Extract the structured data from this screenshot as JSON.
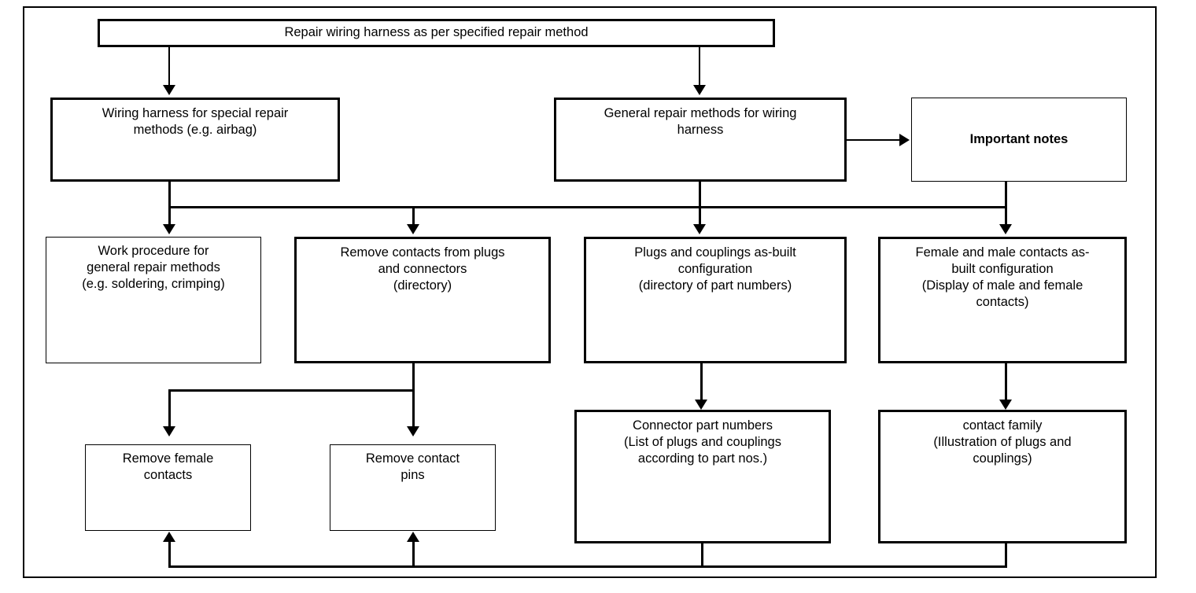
{
  "diagram": {
    "title": "Repair wiring harness as per specified repair method",
    "frame": {
      "visible": true
    },
    "nodes": {
      "root": "Repair wiring harness as per specified repair method",
      "special_methods": "Wiring harness for special repair\nmethods (e.g. airbag)",
      "general_methods": "General repair methods for wiring\nharness",
      "important_notes": "Important notes",
      "work_procedure": "Work procedure for\ngeneral repair methods\n(e.g. soldering, crimping)",
      "remove_contacts": "Remove contacts from plugs\nand connectors\n(directory)",
      "plugs_couplings": "Plugs and couplings as-built\nconfiguration\n(directory of part numbers)",
      "female_male_contacts": "Female and male contacts as-\nbuilt configuration\n(Display of male and female\ncontacts)",
      "remove_female_contacts": "Remove female\ncontacts",
      "remove_contact_pins": "Remove contact\npins",
      "connector_part_numbers": "Connector part numbers\n(List of plugs and couplings\naccording to part nos.)",
      "contact_family": "contact family\n(Illustration of plugs and\ncouplings)"
    },
    "colors": {
      "line": "#000000",
      "background": "#ffffff",
      "text": "#000000"
    },
    "edges": [
      {
        "from": "root",
        "to": "special_methods",
        "style": "solid-arrow"
      },
      {
        "from": "root",
        "to": "general_methods",
        "style": "solid-arrow"
      },
      {
        "from": "general_methods",
        "to": "important_notes",
        "style": "solid-arrow-right"
      },
      {
        "from": "special_methods",
        "to": "work_procedure",
        "style": "solid-arrow"
      },
      {
        "from": "general_methods",
        "to": "remove_contacts",
        "style": "solid-arrow"
      },
      {
        "from": "general_methods",
        "to": "plugs_couplings",
        "style": "solid-arrow"
      },
      {
        "from": "important_notes",
        "to": "female_male_contacts",
        "style": "solid-arrow"
      },
      {
        "from": "remove_contacts",
        "to": "remove_female_contacts",
        "style": "solid-arrow"
      },
      {
        "from": "remove_contacts",
        "to": "remove_contact_pins",
        "style": "solid-arrow"
      },
      {
        "from": "plugs_couplings",
        "to": "connector_part_numbers",
        "style": "solid-arrow"
      },
      {
        "from": "female_male_contacts",
        "to": "contact_family",
        "style": "solid-arrow"
      },
      {
        "from": "connector_part_numbers",
        "to": "remove_female_contacts",
        "style": "return-bus-arrow-up"
      },
      {
        "from": "connector_part_numbers",
        "to": "remove_contact_pins",
        "style": "return-bus-arrow-up"
      },
      {
        "from": "contact_family",
        "to": "remove_female_contacts",
        "style": "return-bus-arrow-up"
      },
      {
        "from": "contact_family",
        "to": "remove_contact_pins",
        "style": "return-bus-arrow-up"
      }
    ]
  }
}
